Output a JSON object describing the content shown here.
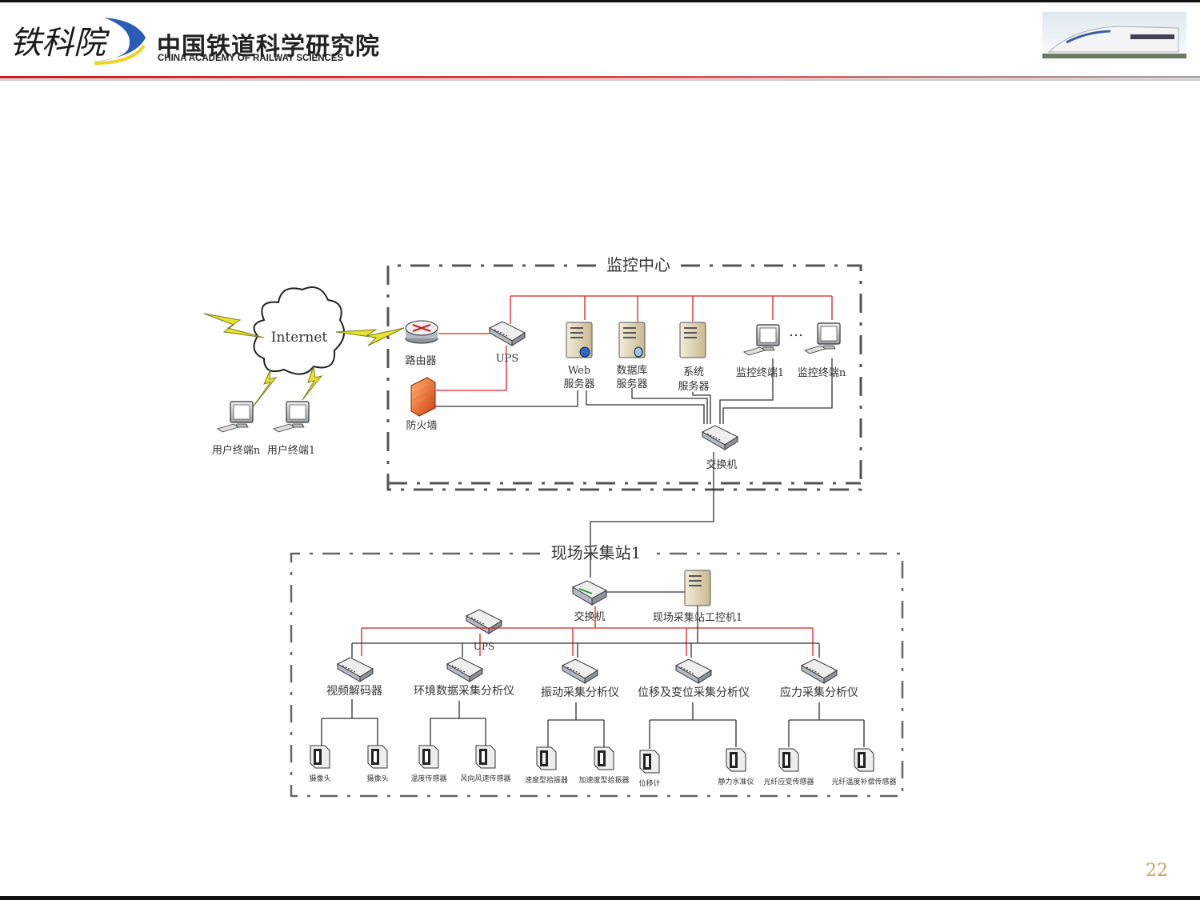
{
  "header": {
    "logo_text": "铁科院",
    "org_name_cn": "中国铁道科学研究院",
    "org_name_en": "CHINA ACADEMY OF RAILWAY SCIENCES"
  },
  "page_number": "22",
  "diagram": {
    "internet": {
      "label": "Internet"
    },
    "user_terminals": [
      "用户终端n",
      "用户终端1"
    ],
    "monitoring_center": {
      "title": "监控中心",
      "router": "路由器",
      "ups": "UPS",
      "firewall": "防火墙",
      "web_server": [
        "Web",
        "服务器"
      ],
      "db_server": [
        "数据库",
        "服务器"
      ],
      "sys_server": [
        "系统",
        "服务器"
      ],
      "terminal_1": "监控终端1",
      "ellipsis": "…",
      "terminal_n": "监控终端n",
      "switch": "交换机"
    },
    "station": {
      "title": "现场采集站1",
      "switch": "交换机",
      "ipc": "现场采集站工控机1",
      "ups": "UPS",
      "analyzers": [
        "视频解码器",
        "环境数据采集分析仪",
        "振动采集分析仪",
        "位移及变位采集分析仪",
        "应力采集分析仪"
      ],
      "sensors": [
        "摄像头",
        "摄像头",
        "温度传感器",
        "风向风速传感器",
        "速度型拾振器",
        "加速度型拾振器",
        "位移计",
        "静力水准仪",
        "光纤应变传感器",
        "光纤温度补偿传感器"
      ]
    },
    "colors": {
      "power_line": "#d92020",
      "data_line": "#333333",
      "lightning": "#e8e22a"
    }
  }
}
